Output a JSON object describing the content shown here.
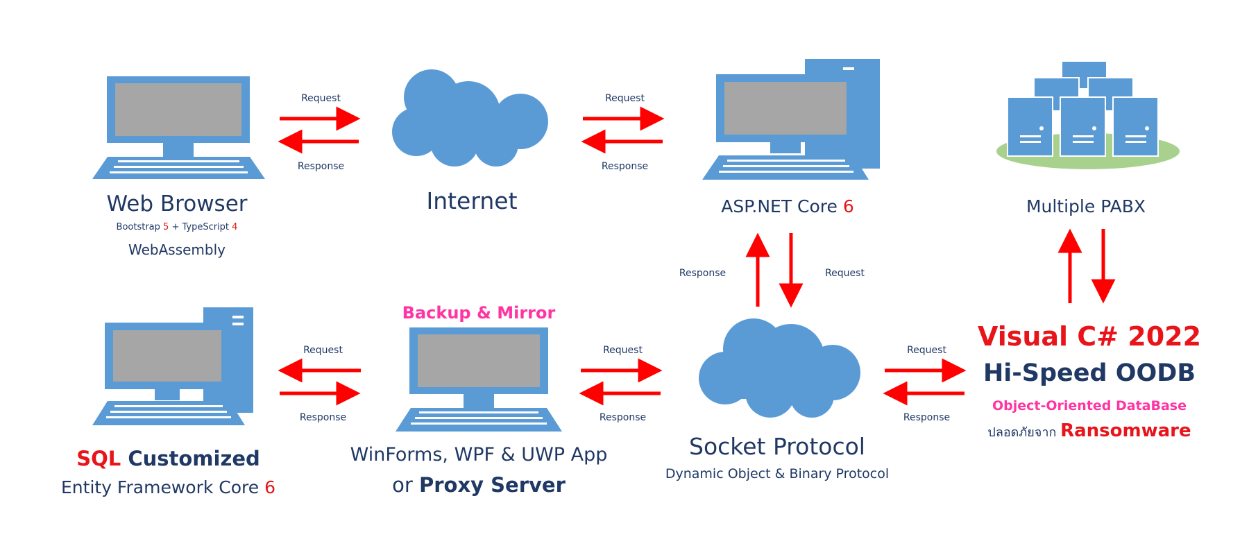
{
  "colors": {
    "device_blue": "#5b9bd5",
    "screen_gray": "#a6a6a6",
    "arrow_red": "#ff0000",
    "text_navy": "#1f3864",
    "accent_red": "#e8141a",
    "accent_pink": "#ff33a3",
    "ground_green": "#a9d18e"
  },
  "icons": [
    "laptop-icon",
    "cloud-icon",
    "desktop-tower-icon",
    "server-cluster-icon"
  ],
  "arrow_labels": {
    "request": "Request",
    "response": "Response"
  },
  "nodes": {
    "web_browser": {
      "title": "Web Browser",
      "tech_a": "Bootstrap ",
      "tech_a_ver": "5",
      "tech_join": " + TypeScript ",
      "tech_b_ver": "4",
      "sub": "WebAssembly"
    },
    "internet": {
      "title": "Internet"
    },
    "aspnet": {
      "title": "ASP.NET Core ",
      "version": "6"
    },
    "pabx": {
      "title": "Multiple PABX"
    },
    "sql": {
      "title_red": "SQL",
      "title_rest": " Customized",
      "sub": "Entity Framework Core ",
      "sub_version": "6"
    },
    "proxy": {
      "badge": "Backup & Mirror",
      "line1": "WinForms, WPF & UWP App",
      "line2_prefix": "or ",
      "line2_bold": "Proxy Server"
    },
    "socket": {
      "title": "Socket Protocol",
      "sub": "Dynamic Object & Binary Protocol"
    },
    "oodb": {
      "line1": "Visual C# 2022",
      "line2": "Hi-Speed OODB",
      "line3": "Object-Oriented DataBase",
      "line4_prefix": "ปลอดภัยจาก ",
      "line4_red": "Ransomware"
    }
  }
}
